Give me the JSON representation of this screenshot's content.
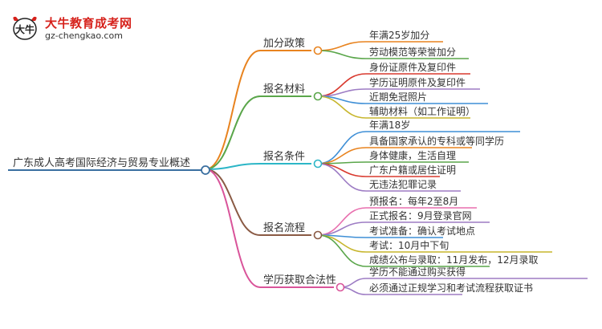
{
  "logo": {
    "title": "大牛教育成考网",
    "url": "gz-chengkao.com",
    "mark_glyph": "大牛",
    "accent": "#d6221c"
  },
  "root": {
    "label": "广东成人高考国际经济与贸易专业概述",
    "color": "#3a6fa0"
  },
  "branches": [
    {
      "label": "加分政策",
      "color": "#e8831f",
      "children": [
        {
          "label": "年满25岁加分",
          "color": "#e8831f"
        },
        {
          "label": "劳动模范等荣誉加分",
          "color": "#5aa64a"
        }
      ]
    },
    {
      "label": "报名材料",
      "color": "#5aa64a",
      "children": [
        {
          "label": "身份证原件及复印件",
          "color": "#d93a2f"
        },
        {
          "label": "学历证明原件及复印件",
          "color": "#9d7cc4"
        },
        {
          "label": "近期免冠照片",
          "color": "#3f8fd6"
        },
        {
          "label": "辅助材料（如工作证明）",
          "color": "#c7b62d"
        }
      ]
    },
    {
      "label": "报名条件",
      "color": "#2cb6c7",
      "children": [
        {
          "label": "年满18岁",
          "color": "#3f8fd6"
        },
        {
          "label": "具备国家承认的专科或等同学历",
          "color": "#e8831f"
        },
        {
          "label": "身体健康，生活自理",
          "color": "#5aa64a"
        },
        {
          "label": "广东户籍或居住证明",
          "color": "#d93a2f"
        },
        {
          "label": "无违法犯罪记录",
          "color": "#9d7cc4"
        }
      ]
    },
    {
      "label": "报名流程",
      "color": "#8a5a44",
      "children": [
        {
          "label": "预报名：每年2至8月",
          "color": "#e86fae"
        },
        {
          "label": "正式报名：9月登录官网",
          "color": "#9d7cc4"
        },
        {
          "label": "考试准备：确认考试地点",
          "color": "#3f8fd6"
        },
        {
          "label": "考试：10月中下旬",
          "color": "#c7b62d"
        },
        {
          "label": "成绩公布与录取：11月发布，12月录取",
          "color": "#5aa64a"
        }
      ]
    },
    {
      "label": "学历获取合法性",
      "color": "#d9549a",
      "children": [
        {
          "label": "学历不能通过购买获得",
          "color": "#9d7cc4"
        },
        {
          "label": "必须通过正规学习和考试流程获取证书",
          "color": "#9d7cc4"
        }
      ]
    }
  ]
}
